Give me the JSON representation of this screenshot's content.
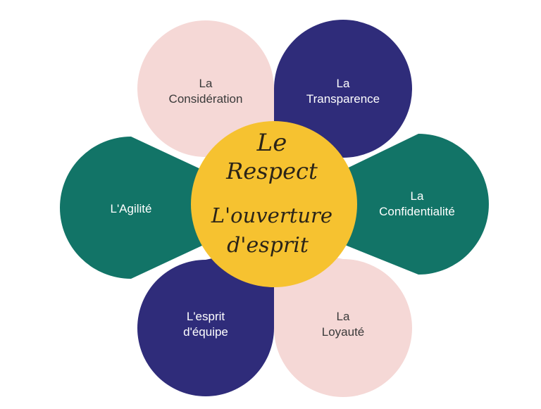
{
  "colors": {
    "pink": "#f5d8d6",
    "navy": "#2f2c7a",
    "teal": "#127467",
    "center": "#f6c230",
    "white_text": "#ffffff",
    "dark_text": "#3a3a3a"
  },
  "petals": {
    "top_left": {
      "line1": "La",
      "line2": "Considération"
    },
    "top_right": {
      "line1": "La",
      "line2": "Transparence"
    },
    "right": {
      "line1": "La",
      "line2": "Confidentialité"
    },
    "bottom_right": {
      "line1": "La",
      "line2": "Loyauté"
    },
    "bottom_left": {
      "line1": "L'esprit",
      "line2": "d'équipe"
    },
    "left": {
      "line1": "L'Agilité"
    }
  },
  "center": {
    "line1": "Le",
    "line2": "Respect",
    "line3": "L'ouverture",
    "line4": "d'esprit"
  }
}
